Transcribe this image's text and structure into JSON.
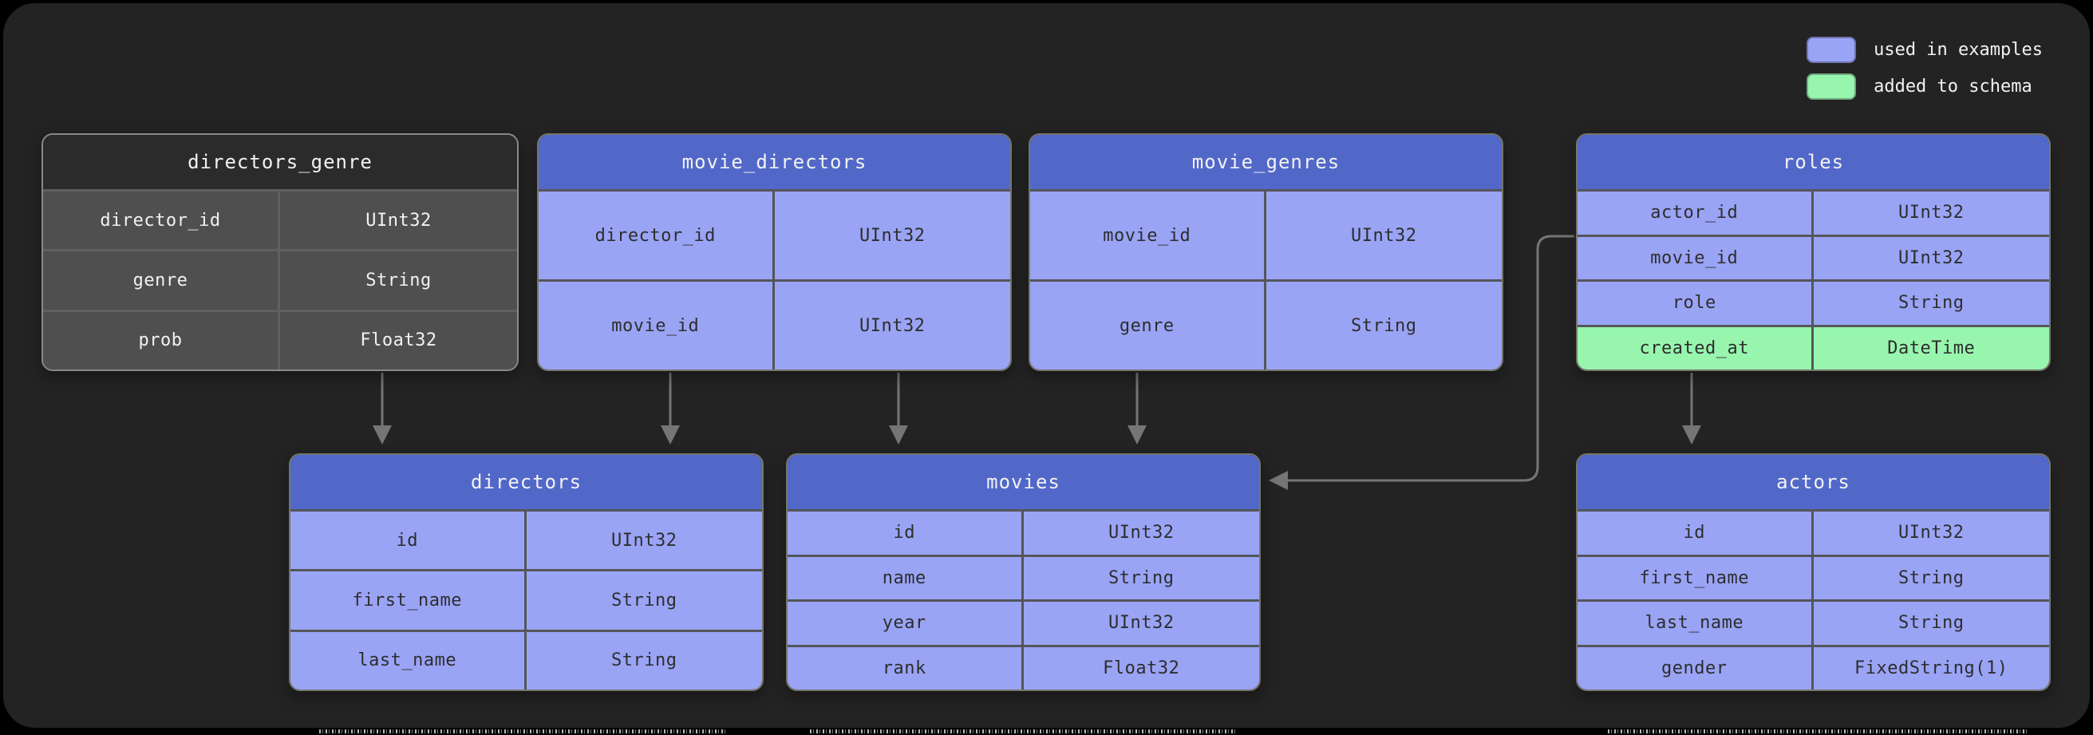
{
  "colors": {
    "canvas": "#000000",
    "panel_bg": "#232323",
    "header_blue": "#5268c9",
    "row_blue": "#9aa4f5",
    "row_green": "#98f5ae",
    "header_gray": "#2b2b2b",
    "row_gray": "#4f4f4f",
    "sep_blue": "#54565a",
    "sep_gray": "#5f5f5f",
    "border": "#75756b",
    "connector": "#757575",
    "text_light": "#f2f2f2",
    "text_dark": "#2d2d2d"
  },
  "legend": {
    "items": [
      {
        "label": "used in examples",
        "swatch": "blue-swatch",
        "color": "#9aa4f5"
      },
      {
        "label": "added to schema",
        "swatch": "green-swatch",
        "color": "#98f5ae"
      }
    ]
  },
  "tables": [
    {
      "id": "directors_genre",
      "title": "directors_genre",
      "variant": "gray",
      "rows": [
        {
          "field": "director_id",
          "type": "UInt32"
        },
        {
          "field": "genre",
          "type": "String"
        },
        {
          "field": "prob",
          "type": "Float32"
        }
      ]
    },
    {
      "id": "movie_directors",
      "title": "movie_directors",
      "variant": "blue",
      "rows": [
        {
          "field": "director_id",
          "type": "UInt32"
        },
        {
          "field": "movie_id",
          "type": "UInt32"
        }
      ]
    },
    {
      "id": "movie_genres",
      "title": "movie_genres",
      "variant": "blue",
      "rows": [
        {
          "field": "movie_id",
          "type": "UInt32"
        },
        {
          "field": "genre",
          "type": "String"
        }
      ]
    },
    {
      "id": "roles",
      "title": "roles",
      "variant": "blue",
      "rows": [
        {
          "field": "actor_id",
          "type": "UInt32"
        },
        {
          "field": "movie_id",
          "type": "UInt32"
        },
        {
          "field": "role",
          "type": "String"
        },
        {
          "field": "created_at",
          "type": "DateTime",
          "added": true
        }
      ]
    },
    {
      "id": "directors",
      "title": "directors",
      "variant": "blue",
      "rows": [
        {
          "field": "id",
          "type": "UInt32"
        },
        {
          "field": "first_name",
          "type": "String"
        },
        {
          "field": "last_name",
          "type": "String"
        }
      ]
    },
    {
      "id": "movies",
      "title": "movies",
      "variant": "blue",
      "rows": [
        {
          "field": "id",
          "type": "UInt32"
        },
        {
          "field": "name",
          "type": "String"
        },
        {
          "field": "year",
          "type": "UInt32"
        },
        {
          "field": "rank",
          "type": "Float32"
        }
      ]
    },
    {
      "id": "actors",
      "title": "actors",
      "variant": "blue",
      "rows": [
        {
          "field": "id",
          "type": "UInt32"
        },
        {
          "field": "first_name",
          "type": "String"
        },
        {
          "field": "last_name",
          "type": "String"
        },
        {
          "field": "gender",
          "type": "FixedString(1)"
        }
      ]
    }
  ],
  "connectors": [
    {
      "from": "directors_genre",
      "to": "directors"
    },
    {
      "from": "movie_directors",
      "to": "directors"
    },
    {
      "from": "movie_directors",
      "to": "movies"
    },
    {
      "from": "movie_genres",
      "to": "movies"
    },
    {
      "from": "roles",
      "to": "movies"
    },
    {
      "from": "roles",
      "to": "actors"
    }
  ]
}
